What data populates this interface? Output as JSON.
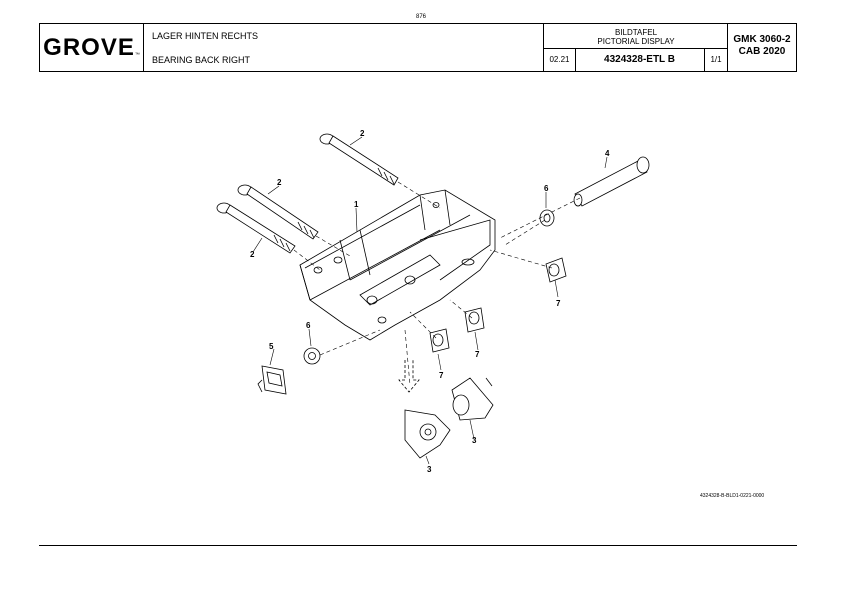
{
  "page_number": "876",
  "header": {
    "logo": "GROVE",
    "logo_tm": "™",
    "title_de": "LAGER HINTEN RECHTS",
    "title_en": "BEARING BACK RIGHT",
    "bild_de": "BILDTAFEL",
    "bild_en": "PICTORIAL DISPLAY",
    "date": "02.21",
    "drawing_number": "4324328-ETL B",
    "sheet": "1/1",
    "model_line1": "GMK 3060-2",
    "model_line2": "CAB 2020"
  },
  "callouts": [
    "2",
    "2",
    "2",
    "1",
    "4",
    "6",
    "7",
    "6",
    "5",
    "7",
    "7",
    "3",
    "3"
  ],
  "drawing_code": "4324328-B-BLD1-0221-0000"
}
